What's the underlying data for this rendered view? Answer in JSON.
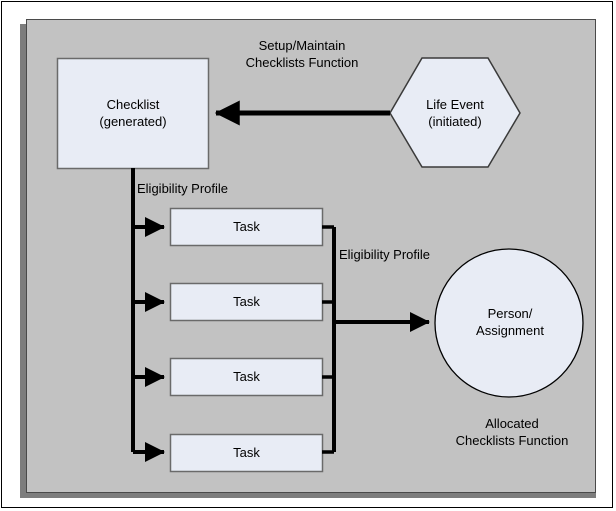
{
  "diagram": {
    "title_visible": false,
    "colors": {
      "panel_background": "#c2c2c2",
      "panel_shadow": "#7d7d7d",
      "node_fill": "#e8ecf5",
      "node_stroke": "#6a6a6a",
      "circle_stroke": "#000000",
      "connector": "#000000",
      "text": "#000000",
      "page_background": "#ffffff",
      "outer_frame": "#000000"
    },
    "nodes": [
      {
        "id": "checklist",
        "shape": "rectangle",
        "label": "Checklist\n(generated)"
      },
      {
        "id": "life-event",
        "shape": "hexagon",
        "label": "Life Event\n(initiated)"
      },
      {
        "id": "person-assignment",
        "shape": "circle",
        "label": "Person/\nAssignment"
      }
    ],
    "tasks": [
      {
        "id": "task-0",
        "label": "Task"
      },
      {
        "id": "task-1",
        "label": "Task"
      },
      {
        "id": "task-2",
        "label": "Task"
      },
      {
        "id": "task-3",
        "label": "Task"
      }
    ],
    "annotations": [
      {
        "id": "setup-maintain",
        "label": "Setup/Maintain\nChecklists Function"
      },
      {
        "id": "eligibility-profile-1",
        "label": "Eligibility Profile"
      },
      {
        "id": "eligibility-profile-2",
        "label": "Eligibility Profile"
      },
      {
        "id": "allocated",
        "label": "Allocated\nChecklists Function"
      }
    ],
    "connectors": [
      {
        "id": "life-event-to-checklist",
        "from": "life-event",
        "to": "checklist",
        "arrow": "left",
        "label": ""
      },
      {
        "id": "checklist-to-tasks",
        "from": "checklist",
        "to": "tasks",
        "arrow": "right",
        "label": "Eligibility Profile"
      },
      {
        "id": "tasks-to-person",
        "from": "tasks",
        "to": "person-assignment",
        "arrow": "right",
        "label": "Eligibility Profile"
      }
    ]
  }
}
